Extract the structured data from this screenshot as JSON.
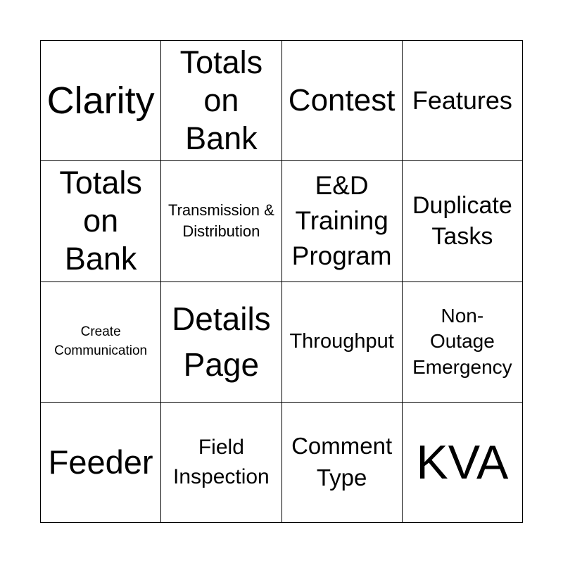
{
  "board": {
    "cells": [
      "Clarity",
      "Totals on Bank",
      "Contest",
      "Features",
      "Totals on Bank",
      "Transmission & Distribution",
      "E&D Training Program",
      "Duplicate Tasks",
      "Create Communication",
      "Details Page",
      "Throughput",
      "Non-Outage Emergency",
      "Feeder",
      "Field Inspection",
      "Comment Type",
      "KVA"
    ]
  }
}
